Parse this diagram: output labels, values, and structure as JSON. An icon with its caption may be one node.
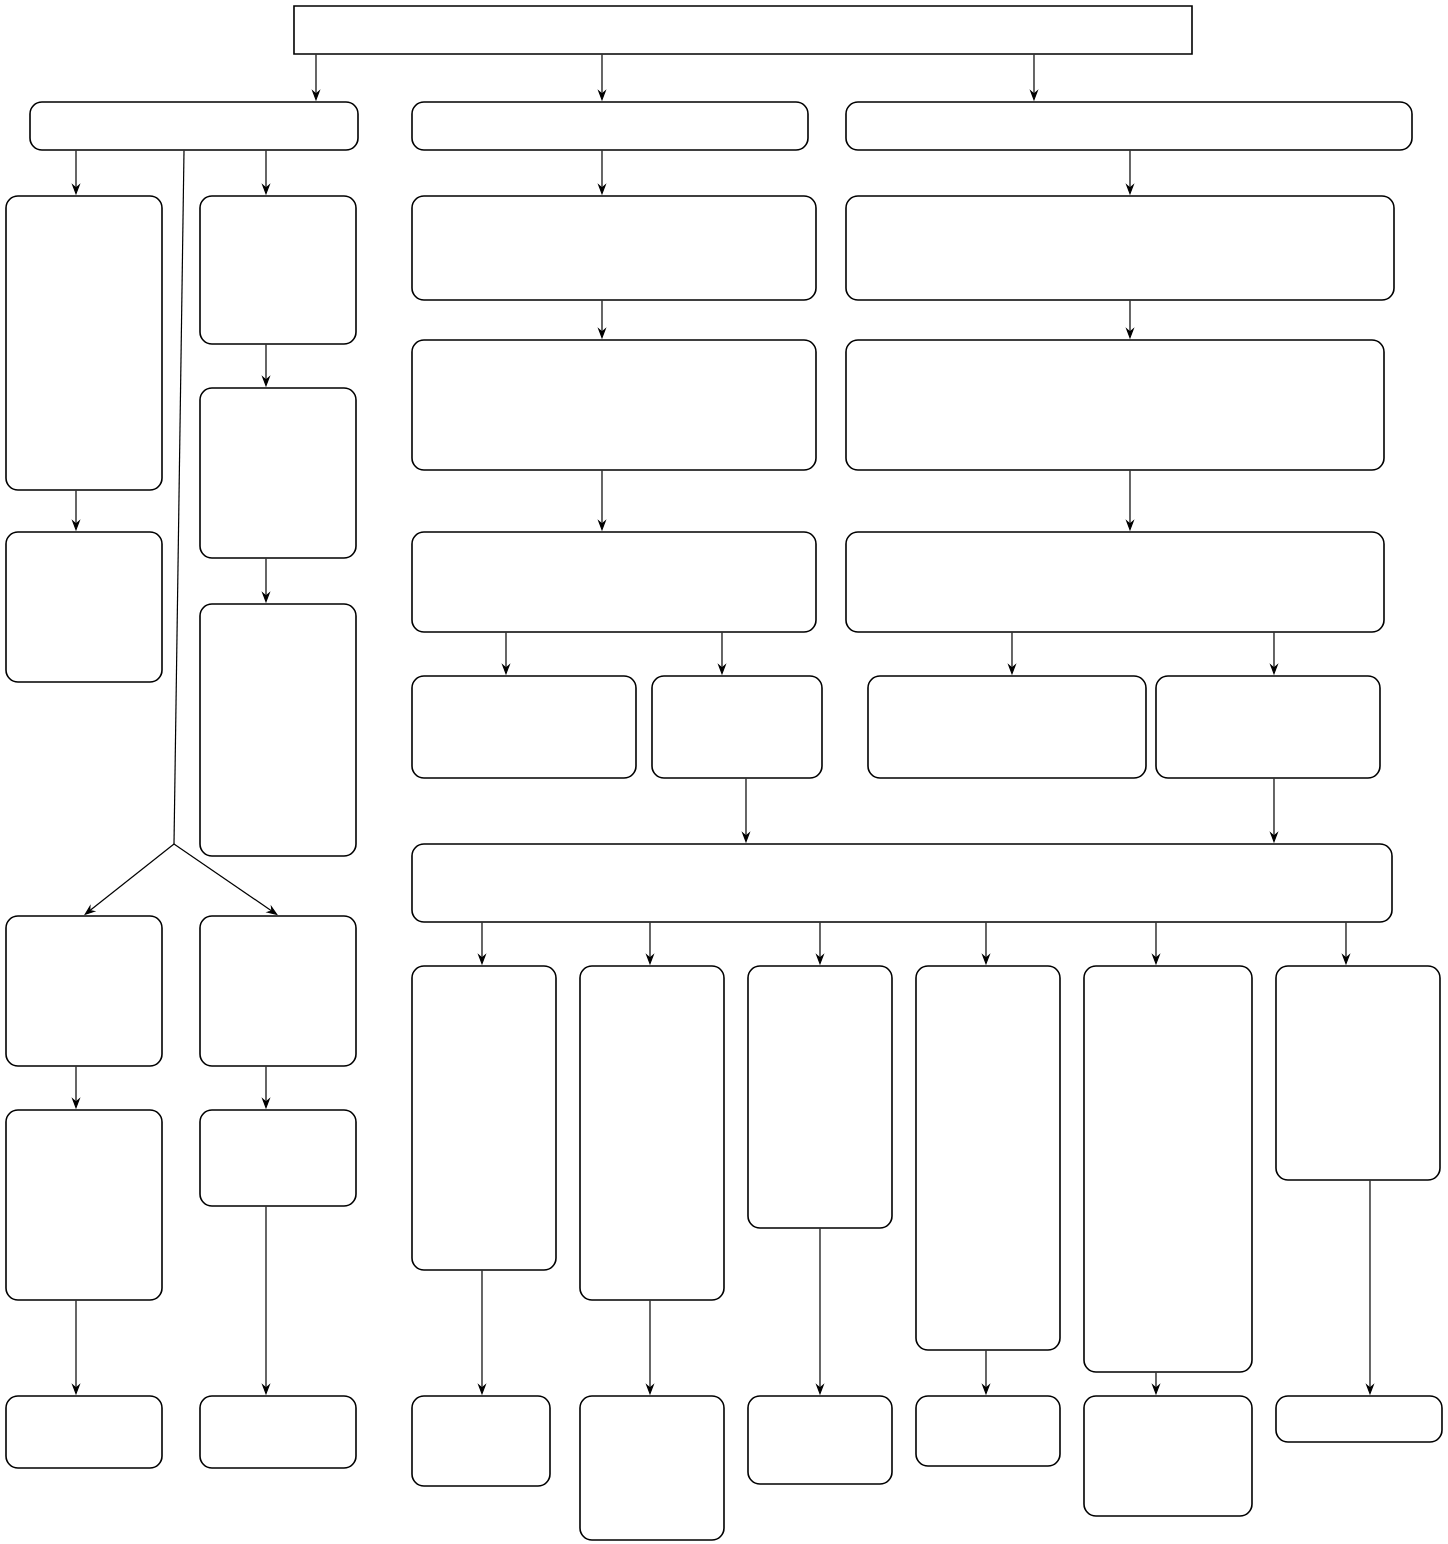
{
  "diagram": {
    "nodes": [
      {
        "text": [],
        "shape": "box"
      },
      {
        "text": [],
        "shape": "box"
      },
      {
        "text": [],
        "shape": "box"
      },
      {
        "text": [],
        "shape": "box"
      },
      {
        "text": [],
        "shape": "box"
      },
      {
        "text": [],
        "shape": "box"
      },
      {
        "text": [],
        "shape": "box"
      },
      {
        "text": [],
        "shape": "box"
      },
      {
        "text": [],
        "shape": "box"
      },
      {
        "text": [],
        "shape": "box"
      },
      {
        "text": [],
        "shape": "box"
      },
      {
        "text": [],
        "shape": "box"
      },
      {
        "text": [],
        "shape": "box"
      },
      {
        "text": [],
        "shape": "box"
      },
      {
        "text": [],
        "shape": "box"
      },
      {
        "text": [],
        "shape": "box"
      },
      {
        "text": [],
        "shape": "box"
      },
      {
        "text": [],
        "shape": "box"
      },
      {
        "text": [],
        "shape": "box"
      },
      {
        "text": [],
        "shape": "box"
      },
      {
        "text": [],
        "shape": "box"
      },
      {
        "text": [],
        "shape": "box"
      },
      {
        "text": [],
        "shape": "box"
      },
      {
        "text": [],
        "shape": "box"
      },
      {
        "text": [],
        "shape": "box"
      },
      {
        "text": [],
        "shape": "box"
      },
      {
        "text": [],
        "shape": "box"
      },
      {
        "text": [],
        "shape": "box"
      },
      {
        "text": [],
        "shape": "box"
      },
      {
        "text": [],
        "shape": "box"
      },
      {
        "text": [],
        "shape": "box"
      },
      {
        "text": [],
        "shape": "box"
      },
      {
        "text": [],
        "shape": "box"
      },
      {
        "text": [],
        "shape": "box"
      },
      {
        "text": [],
        "shape": "box"
      },
      {
        "text": [],
        "shape": "box"
      },
      {
        "text": [],
        "shape": "box"
      },
      {
        "text": [],
        "shape": "box"
      }
    ],
    "edges": [
      {
        "from": 0,
        "to": 1,
        "arrow": "to"
      },
      {
        "from": 0,
        "to": 2,
        "arrow": "to"
      },
      {
        "from": 0,
        "to": 3,
        "arrow": "to"
      },
      {
        "from": 1,
        "to": 4,
        "arrow": "to"
      },
      {
        "from": 1,
        "to": 5,
        "arrow": "to"
      },
      {
        "from": 1,
        "to": 19,
        "arrow": "to"
      },
      {
        "from": 1,
        "to": 20,
        "arrow": "to"
      },
      {
        "from": 4,
        "to": 6,
        "arrow": "to"
      },
      {
        "from": 5,
        "to": 7,
        "arrow": "to"
      },
      {
        "from": 7,
        "to": 8,
        "arrow": "to"
      },
      {
        "from": 2,
        "to": 9,
        "arrow": "to"
      },
      {
        "from": 9,
        "to": 11,
        "arrow": "to"
      },
      {
        "from": 11,
        "to": 13,
        "arrow": "to"
      },
      {
        "from": 13,
        "to": 15,
        "arrow": "to"
      },
      {
        "from": 13,
        "to": 16,
        "arrow": "to"
      },
      {
        "from": 3,
        "to": 10,
        "arrow": "to"
      },
      {
        "from": 10,
        "to": 12,
        "arrow": "to"
      },
      {
        "from": 12,
        "to": 14,
        "arrow": "to"
      },
      {
        "from": 14,
        "to": 17,
        "arrow": "to"
      },
      {
        "from": 14,
        "to": 18,
        "arrow": "to"
      },
      {
        "from": 16,
        "to": 21,
        "arrow": "to"
      },
      {
        "from": 18,
        "to": 21,
        "arrow": "to"
      },
      {
        "from": 21,
        "to": 24,
        "arrow": "to"
      },
      {
        "from": 21,
        "to": 25,
        "arrow": "to"
      },
      {
        "from": 21,
        "to": 26,
        "arrow": "to"
      },
      {
        "from": 21,
        "to": 27,
        "arrow": "to"
      },
      {
        "from": 21,
        "to": 28,
        "arrow": "to"
      },
      {
        "from": 21,
        "to": 29,
        "arrow": "to"
      },
      {
        "from": 19,
        "to": 22,
        "arrow": "to"
      },
      {
        "from": 20,
        "to": 23,
        "arrow": "to"
      },
      {
        "from": 22,
        "to": 30,
        "arrow": "to"
      },
      {
        "from": 23,
        "to": 31,
        "arrow": "to"
      },
      {
        "from": 24,
        "to": 32,
        "arrow": "to"
      },
      {
        "from": 25,
        "to": 33,
        "arrow": "to"
      },
      {
        "from": 26,
        "to": 34,
        "arrow": "to"
      },
      {
        "from": 27,
        "to": 35,
        "arrow": "to"
      },
      {
        "from": 28,
        "to": 36,
        "arrow": "to"
      },
      {
        "from": 29,
        "to": 37,
        "arrow": "to"
      }
    ]
  }
}
